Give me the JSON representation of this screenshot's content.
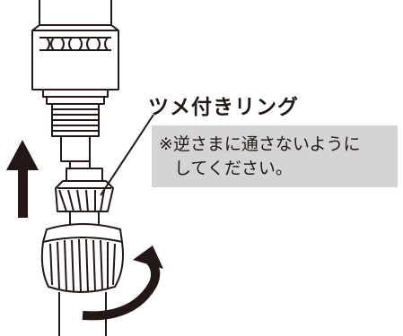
{
  "label": {
    "title": "ツメ付きリング"
  },
  "note": {
    "line1": "※逆さまに通さないように",
    "line2": "してください。"
  },
  "colors": {
    "stroke": "#231815",
    "note_bg": "#d4d4d4",
    "arrow": "#231815"
  },
  "icons": {
    "up_arrow": "up-arrow-icon",
    "rotate_arrow": "rotate-arrow-icon"
  }
}
